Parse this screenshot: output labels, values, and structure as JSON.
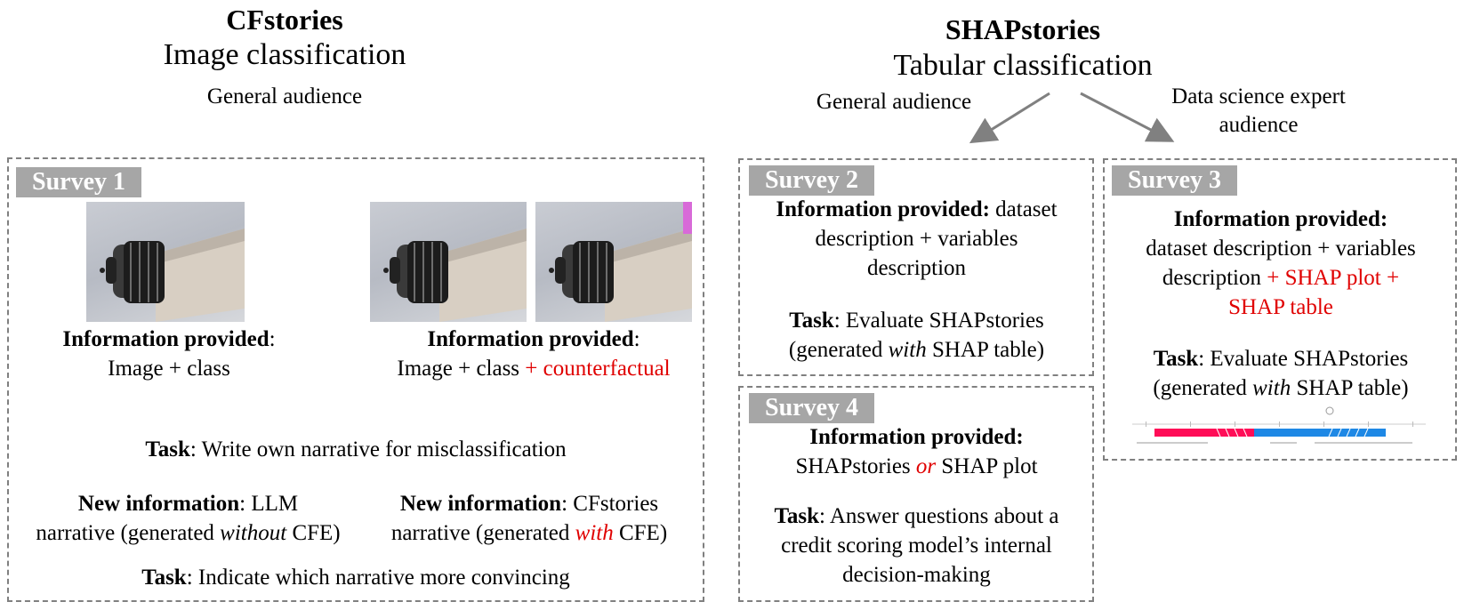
{
  "left": {
    "title": "CFstories",
    "subtitle": "Image classification",
    "audience": "General audience",
    "survey1": {
      "tag": "Survey 1",
      "info_a_label": "Information provided",
      "info_a_colon": ":",
      "info_a_text": "Image + class",
      "info_b_label": "Information provided",
      "info_b_colon": ":",
      "info_b_text": "Image + class",
      "info_b_red": "+ counterfactual",
      "task1_label": "Task",
      "task1_text": ": Write own narrative for misclassification",
      "new_a_label": "New information",
      "new_a_text1": ": LLM",
      "new_a_text2": "narrative (generated",
      "new_a_italic": "without",
      "new_a_text3": "CFE)",
      "new_b_label": "New information",
      "new_b_text1": ": CFstories",
      "new_b_text2": "narrative (generated",
      "new_b_italic_red": "with",
      "new_b_text3": "CFE)",
      "task2_label": "Task",
      "task2_text": ": Indicate which narrative more convincing"
    }
  },
  "right": {
    "title": "SHAPstories",
    "subtitle": "Tabular classification",
    "audience_general": "General audience",
    "audience_expert_1": "Data science expert",
    "audience_expert_2": "audience",
    "survey2": {
      "tag": "Survey 2",
      "info_label": "Information provided:",
      "info_l1": "dataset",
      "info_l2": "description + variables",
      "info_l3": "description",
      "task_label": "Task",
      "task_l1": ": Evaluate SHAPstories",
      "task_l2a": "(generated",
      "task_l2i": "with",
      "task_l2b": "SHAP table)"
    },
    "survey3": {
      "tag": "Survey 3",
      "info_label": "Information provided:",
      "info_l1": "dataset description + variables",
      "info_l2": "description",
      "info_l2_red": "+ SHAP plot +",
      "info_l3_red": "SHAP table",
      "task_label": "Task",
      "task_l1": ": Evaluate SHAPstories",
      "task_l2a": "(generated",
      "task_l2i": "with",
      "task_l2b": "SHAP table)"
    },
    "survey4": {
      "tag": "Survey 4",
      "info_label": "Information provided:",
      "info_l1a": "SHAPstories",
      "info_l1_or": "or",
      "info_l1b": "SHAP plot",
      "task_label": "Task",
      "task_l1": ": Answer questions about a",
      "task_l2": "credit scoring model’s internal",
      "task_l3": "decision-making"
    }
  },
  "colors": {
    "accent_red": "#e00000",
    "tag_gray": "#a6a6a6",
    "border_gray": "#808080",
    "arrow_gray": "#808080"
  }
}
